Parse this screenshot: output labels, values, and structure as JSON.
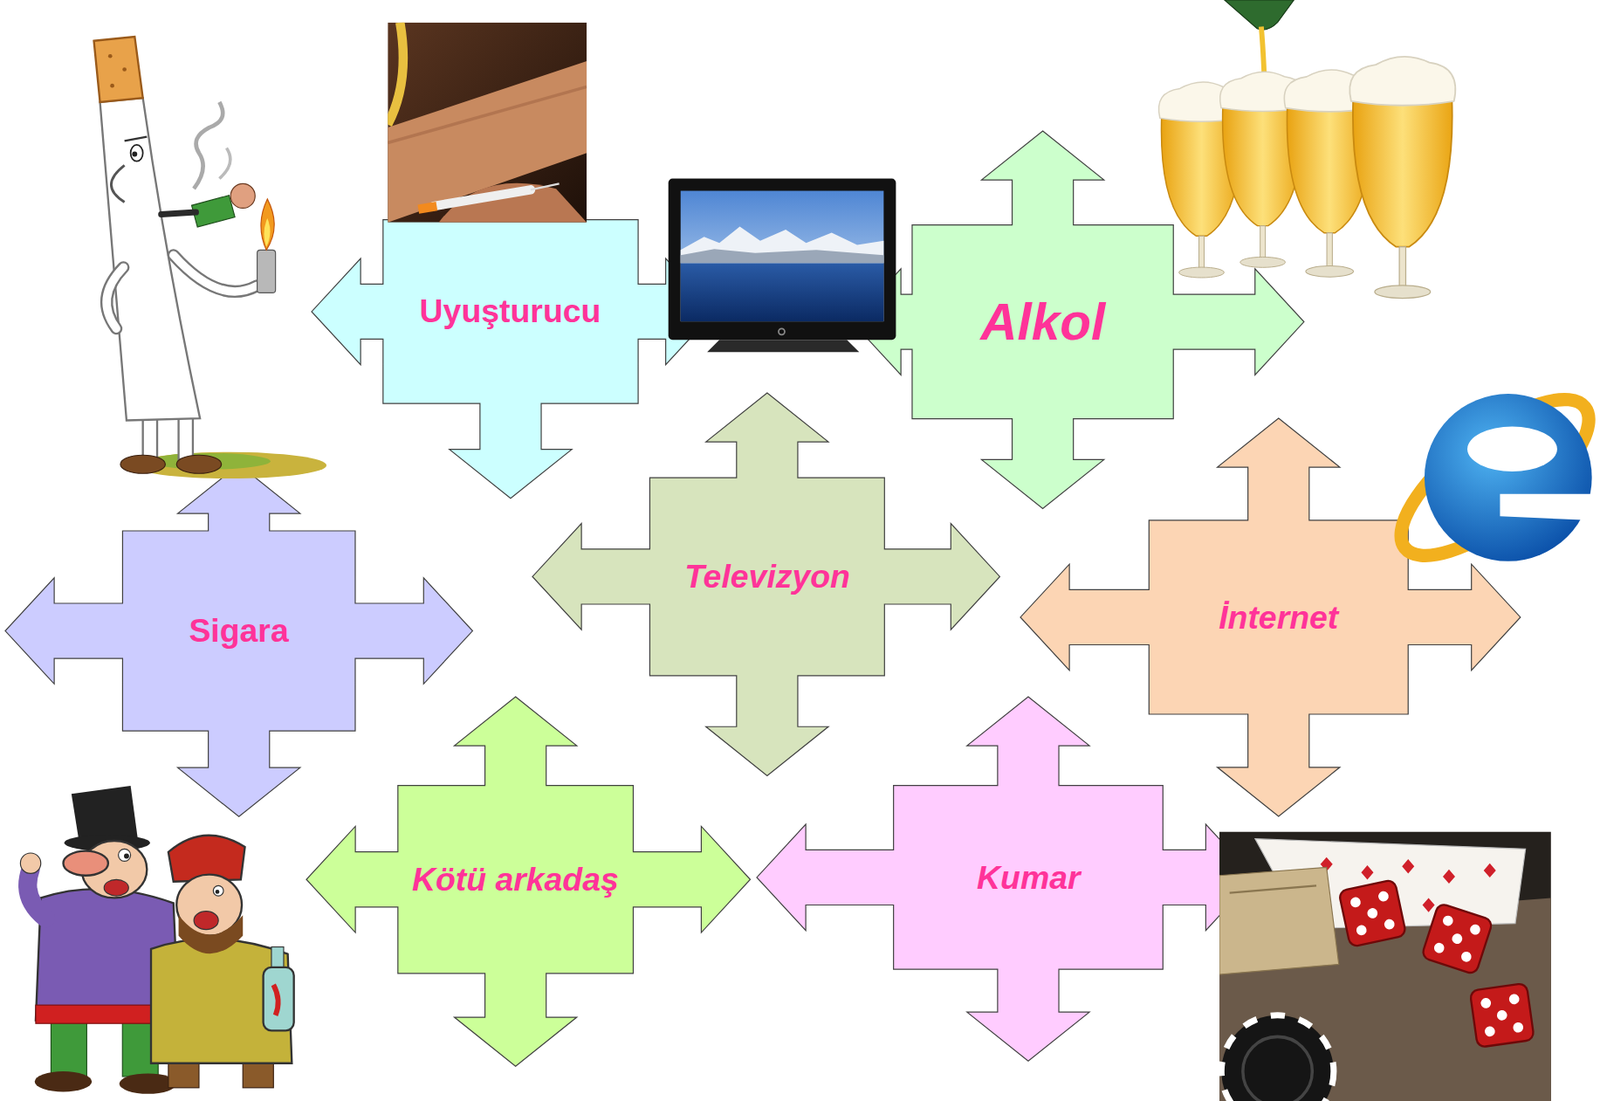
{
  "diagram": {
    "nodes": [
      {
        "text": [
          "Uyuşturucu"
        ]
      },
      {
        "text": [
          "Alkol"
        ]
      },
      {
        "text": [
          "Sigara"
        ]
      },
      {
        "text": [
          "Televizyon"
        ]
      },
      {
        "text": [
          "İnternet"
        ]
      },
      {
        "text": [
          "Kötü arkadaş"
        ]
      },
      {
        "text": [
          "Kumar"
        ]
      }
    ]
  }
}
